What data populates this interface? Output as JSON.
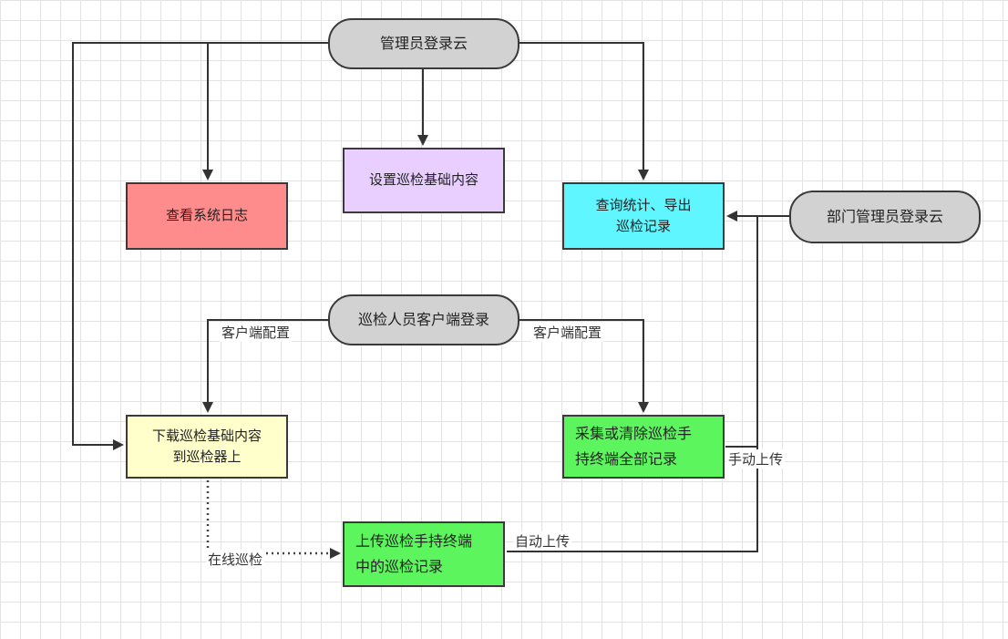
{
  "nodes": {
    "admin_login": "管理员登录云",
    "view_logs": "查看系统日志",
    "set_content": "设置巡检基础内容",
    "query_export": "查询统计、导出\n巡检记录",
    "dept_admin_login": "部门管理员登录云",
    "inspector_login": "巡检人员客户端登录",
    "download_content": "下载巡检基础内容\n到巡检器上",
    "collect_clear": "采集或清除巡检手\n持终端全部记录",
    "upload_records": "上传巡检手持终端\n中的巡检记录"
  },
  "edge_labels": {
    "client_config_left": "客户端配置",
    "client_config_right": "客户端配置",
    "manual_upload": "手动上传",
    "auto_upload": "自动上传",
    "online_inspection": "在线巡检"
  },
  "colors": {
    "pill": "#d2d2d2",
    "view_logs": "#ff8c8c",
    "set_content": "#e8cfff",
    "query_export": "#5ff6ff",
    "download_content": "#ffffcc",
    "collect_clear": "#5df55d",
    "upload_records": "#5df55d"
  }
}
